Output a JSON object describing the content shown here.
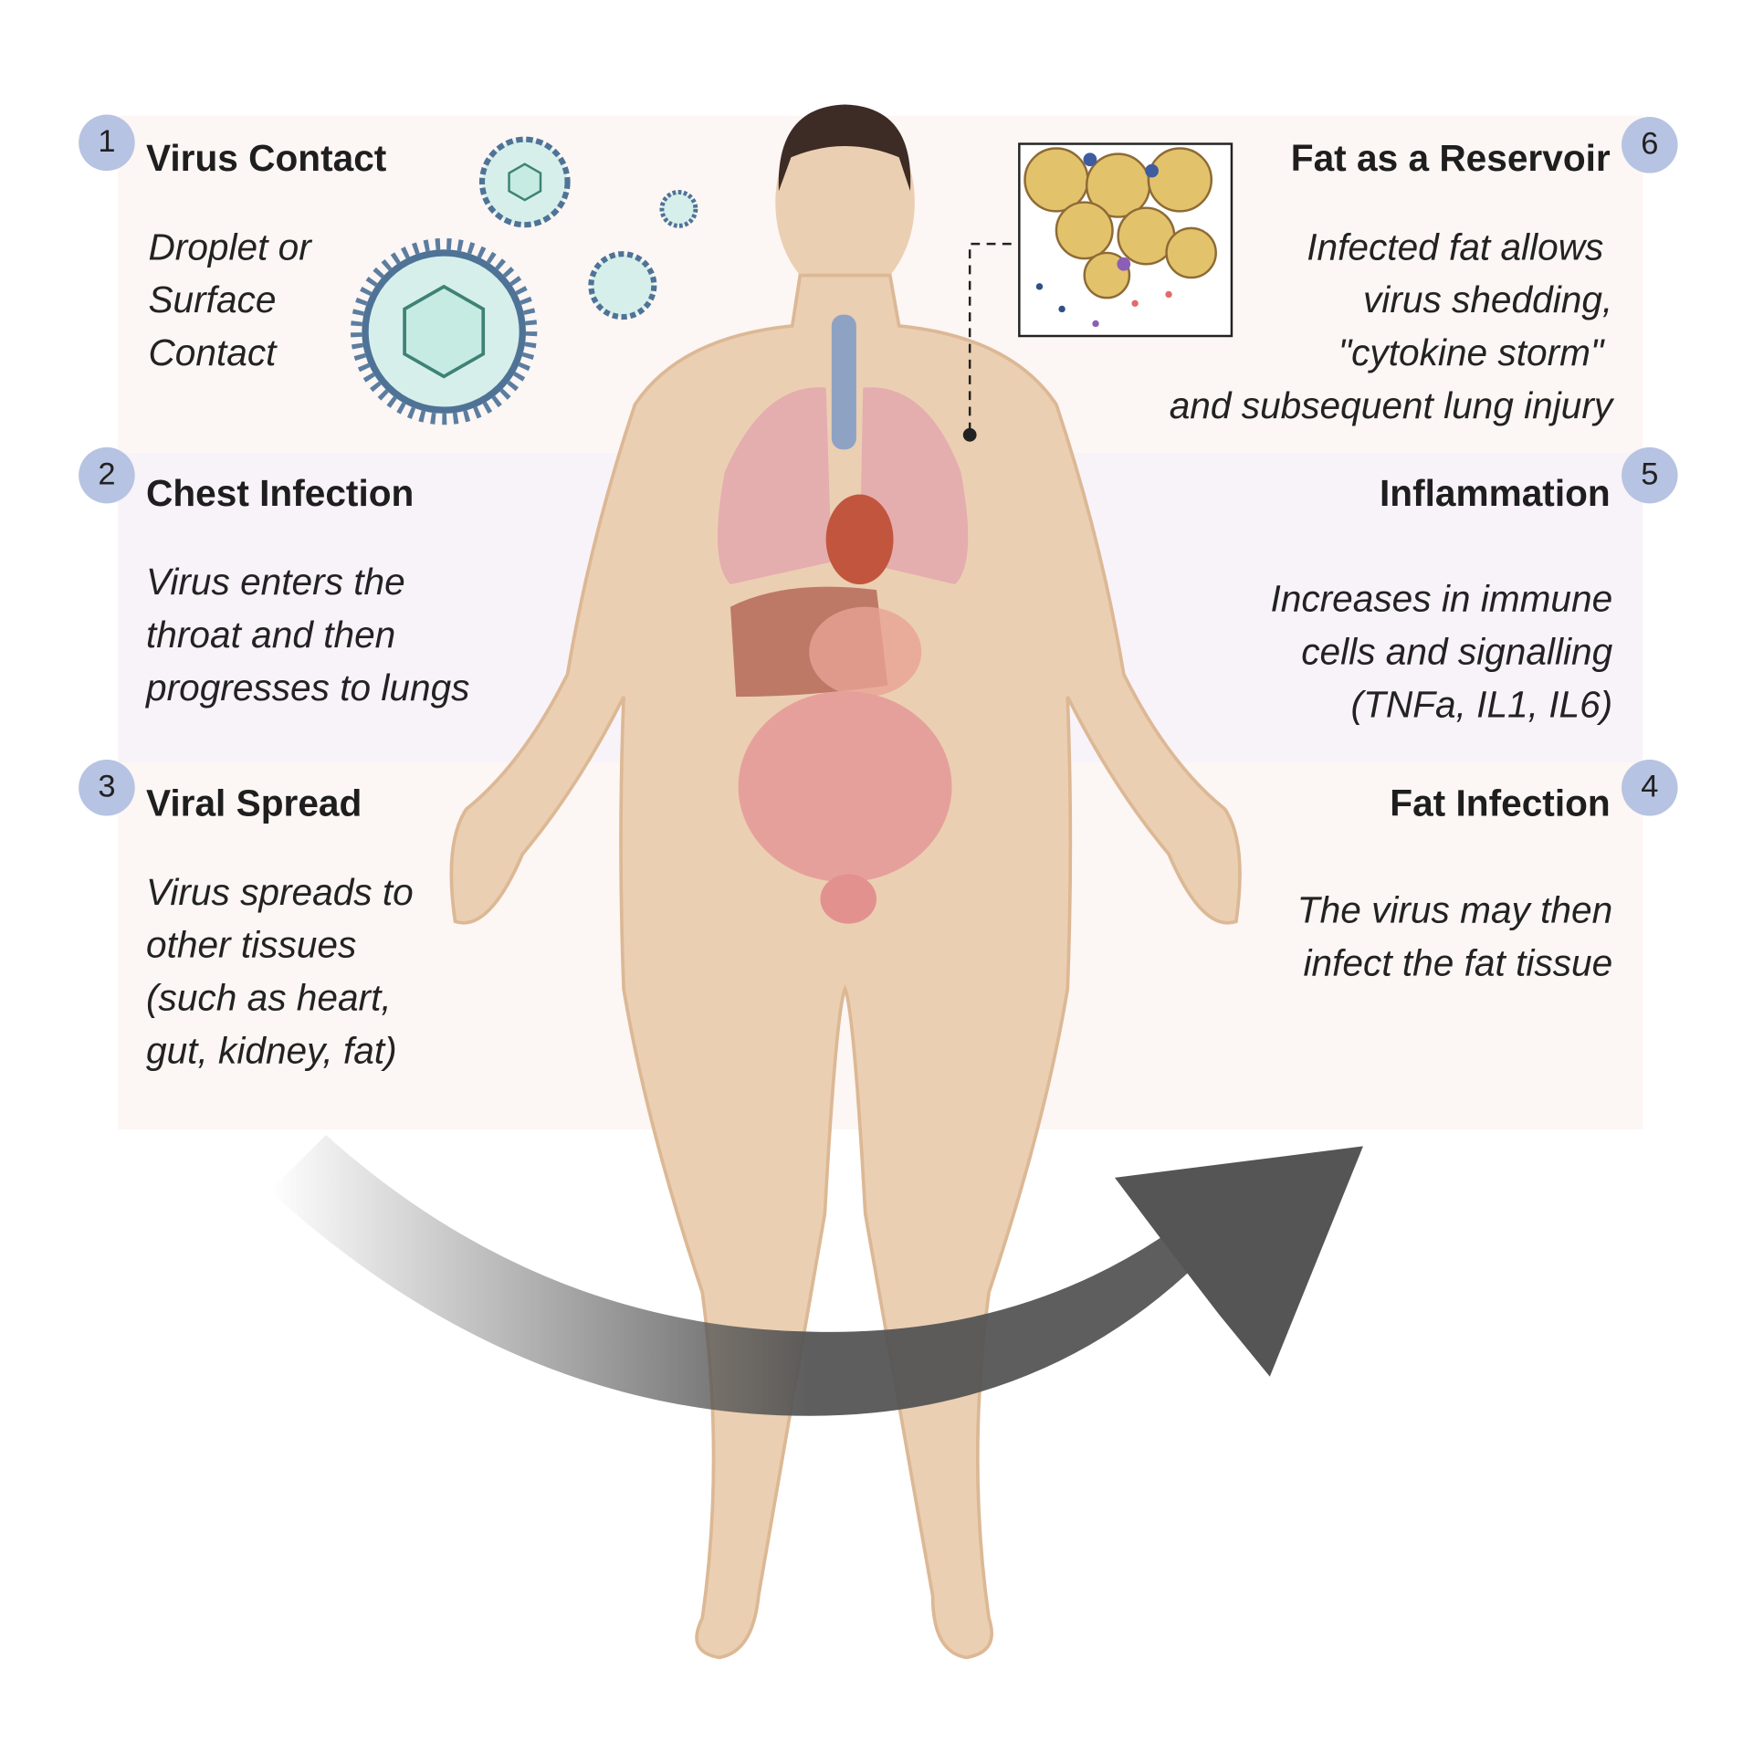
{
  "steps": [
    {
      "number": "1",
      "title": "Virus Contact",
      "lines": [
        "Droplet or",
        "Surface",
        "Contact"
      ]
    },
    {
      "number": "2",
      "title": "Chest Infection",
      "lines": [
        "Virus enters the",
        "throat and then",
        "progresses to lungs"
      ]
    },
    {
      "number": "3",
      "title": "Viral Spread",
      "lines": [
        "Virus spreads to",
        "other tissues",
        "(such as heart,",
        "gut, kidney, fat)"
      ]
    },
    {
      "number": "4",
      "title": "Fat Infection",
      "lines": [
        "The virus may then",
        "infect the fat tissue"
      ]
    },
    {
      "number": "5",
      "title": "Inflammation",
      "lines": [
        "Increases in immune",
        "cells and signalling",
        "(TNFa, IL1, IL6)"
      ]
    },
    {
      "number": "6",
      "title": "Fat as a Reservoir",
      "lines": [
        "Infected fat allows",
        "virus shedding,",
        "\"cytokine storm\"",
        "and subsequent  lung injury"
      ]
    }
  ],
  "colors": {
    "band_pink": "#fcf6f4",
    "band_lavender": "#f8f3f8",
    "badge": "#b7c3e2",
    "skin": "#ebcfb2",
    "arrow": "#555555"
  }
}
